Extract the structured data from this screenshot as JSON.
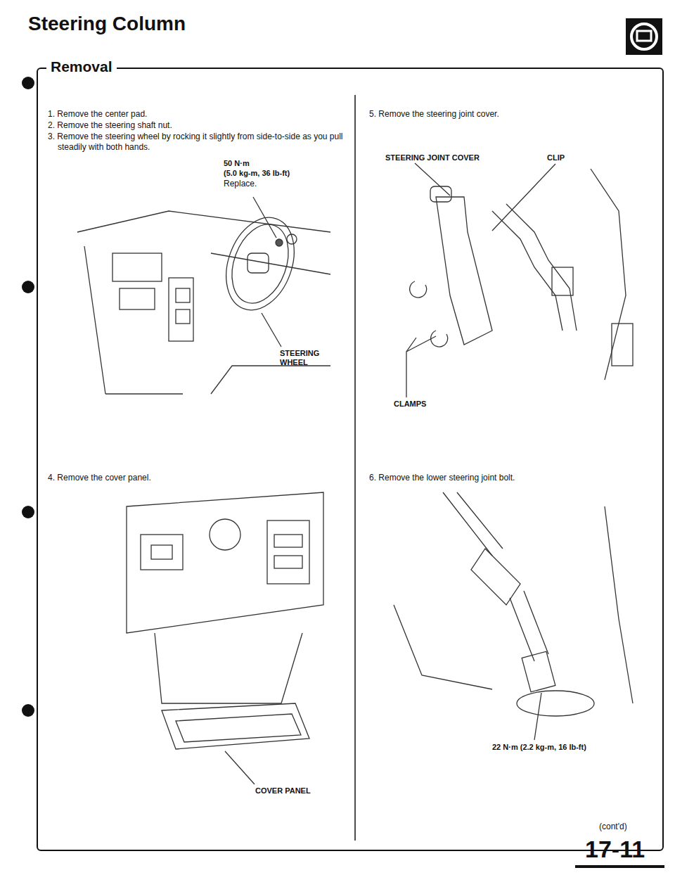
{
  "diagram": {
    "title": "Steering Column",
    "nodes": [
      {
        "text": [
          "Removal"
        ]
      }
    ],
    "labels": [
      "1. Remove the center pad.",
      "2. Remove the steering shaft nut.",
      "3. Remove the steering wheel by rocking it slightly from side-to-side as you pull steadily with both hands.",
      "50 N·m",
      "(5.0 kg-m, 36 lb-ft)",
      "Replace.",
      "STEERING WHEEL",
      "4. Remove the cover panel.",
      "COVER PANEL",
      "5. Remove the steering joint cover.",
      "STEERING JOINT COVER",
      "CLIP",
      "CLAMPS",
      "6. Remove the lower steering joint bolt.",
      "22 N·m (2.2 kg-m, 16 lb-ft)",
      "(cont'd)",
      "17-11"
    ]
  }
}
